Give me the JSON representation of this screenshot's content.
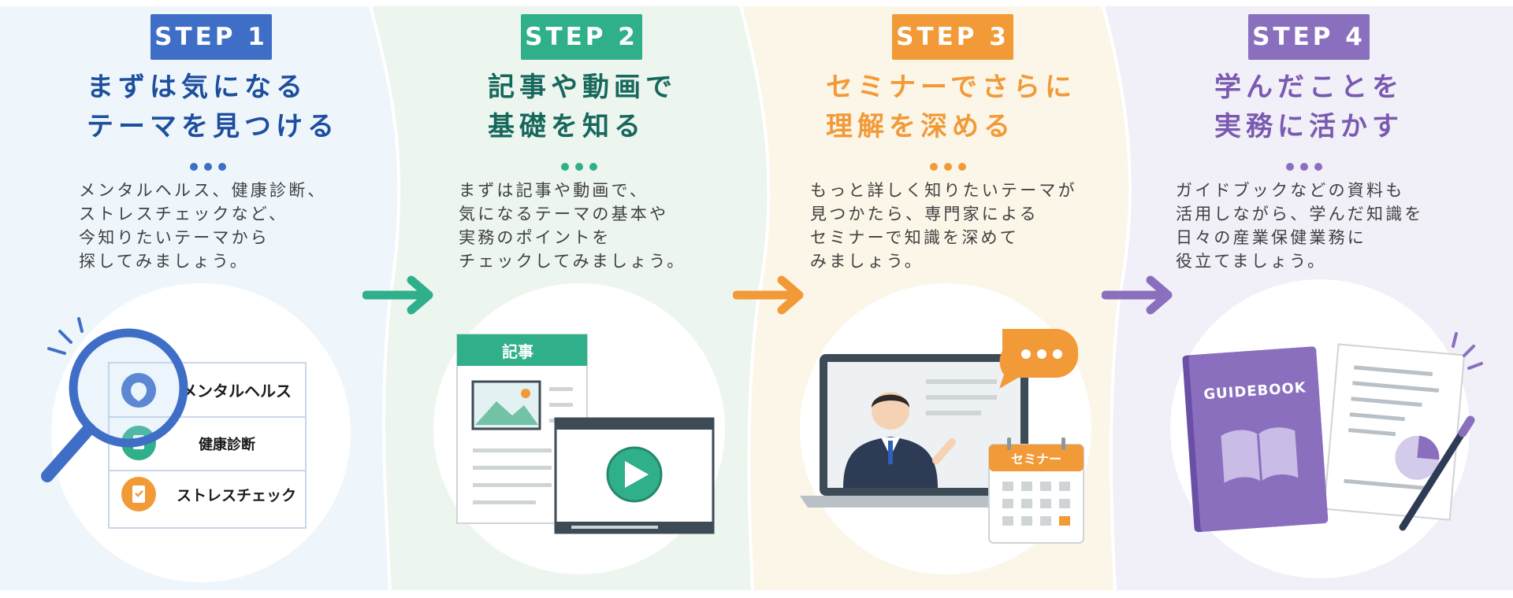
{
  "colors": {
    "step1": "#3f6ec7",
    "step2": "#2fb08a",
    "step3": "#f29a38",
    "step4": "#8a6fbf",
    "title1": "#1d4f9e",
    "title2": "#17685c",
    "title3": "#f29a38",
    "title4": "#7a5ab0",
    "text": "#404040"
  },
  "steps": [
    {
      "badge": "STEP 1",
      "title": [
        "まずは気になる",
        "テーマを見つける"
      ],
      "description": [
        "メンタルヘルス、健康診断、",
        "ストレスチェックなど、",
        "今知りたいテーマから",
        "探してみましょう。"
      ],
      "icon": "magnifier-list-icon",
      "list_items": [
        "メンタルヘルス",
        "健康診断",
        "ストレスチェック"
      ]
    },
    {
      "badge": "STEP 2",
      "title": [
        "記事や動画で",
        "基礎を知る"
      ],
      "description": [
        "まずは記事や動画で、",
        "気になるテーマの基本や",
        "実務のポイントを",
        "チェックしてみましょう。"
      ],
      "icon": "article-video-icon",
      "article_label": "記事"
    },
    {
      "badge": "STEP 3",
      "title": [
        "セミナーでさらに",
        "理解を深める"
      ],
      "description": [
        "もっと詳しく知りたいテーマが",
        "見つかたら、専門家による",
        "セミナーで知識を深めて",
        "みましょう。"
      ],
      "icon": "seminar-laptop-icon",
      "calendar_label": "セミナー"
    },
    {
      "badge": "STEP 4",
      "title": [
        "学んだことを",
        "実務に活かす"
      ],
      "description": [
        "ガイドブックなどの資料も",
        "活用しながら、学んだ知識を",
        "日々の産業保健業務に",
        "役立てましょう。"
      ],
      "icon": "guidebook-icon",
      "book_label": "GUIDEBOOK"
    }
  ]
}
